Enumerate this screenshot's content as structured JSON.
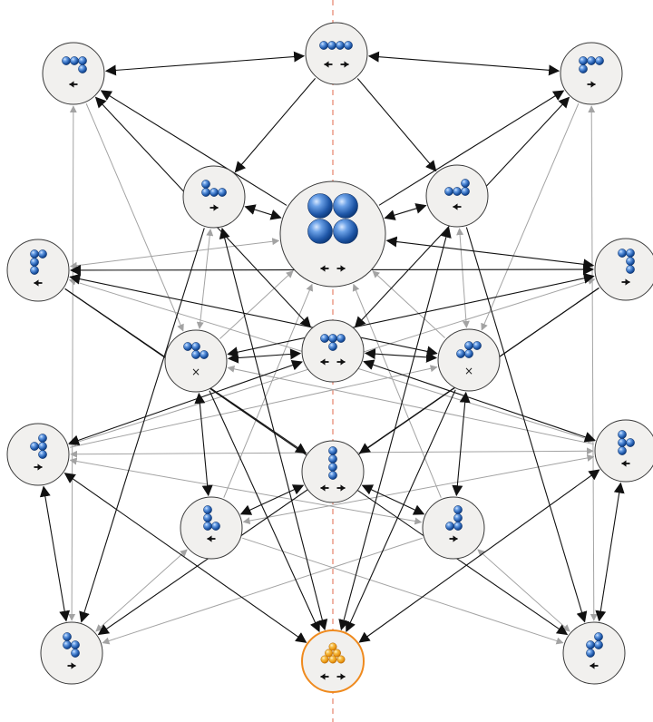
{
  "colors": {
    "black_edge": "#111111",
    "gray_edge": "#a3a3a3",
    "node_fill": "#f1f0ee",
    "node_stroke": "#3a3a3a",
    "highlight_stroke": "#ef8a1e",
    "sphere_blue": "#2f6cc0",
    "sphere_orange": "#f2a31b",
    "axis_line": "#e06a4e"
  },
  "symmetry_axis": {
    "style": "dashed"
  },
  "nodes": [
    {
      "id": "top-center",
      "shape": "four spheres in a row",
      "direction": "both"
    },
    {
      "id": "top-left",
      "shape": "L-tetromino horizontal, tail down-right",
      "direction": "left"
    },
    {
      "id": "top-right",
      "shape": "L-tetromino horizontal, tail down-left",
      "direction": "right"
    },
    {
      "id": "upper-left",
      "shape": "L-tetromino, tail up-left",
      "direction": "right"
    },
    {
      "id": "upper-right",
      "shape": "L-tetromino, tail up-right",
      "direction": "left"
    },
    {
      "id": "center",
      "shape": "square of four large spheres",
      "direction": "both"
    },
    {
      "id": "mid-left",
      "shape": "L-tetromino vertical, foot left",
      "direction": "left"
    },
    {
      "id": "mid-right",
      "shape": "L-tetromino vertical, foot right",
      "direction": "right"
    },
    {
      "id": "x-left",
      "shape": "Z-tetromino",
      "direction": "none"
    },
    {
      "id": "t-center",
      "shape": "T-tetromino",
      "direction": "both"
    },
    {
      "id": "x-right",
      "shape": "S-tetromino",
      "direction": "none"
    },
    {
      "id": "lower-left",
      "shape": "L-tetromino vertical, foot right",
      "direction": "right"
    },
    {
      "id": "i-center",
      "shape": "four spheres in a column",
      "direction": "both"
    },
    {
      "id": "lower-right",
      "shape": "L-tetromino vertical, foot left",
      "direction": "left"
    },
    {
      "id": "low-left",
      "shape": "L-tetromino, foot left",
      "direction": "left"
    },
    {
      "id": "low-right",
      "shape": "L-tetromino, foot right",
      "direction": "right"
    },
    {
      "id": "bottom-left",
      "shape": "Z-tetromino vertical",
      "direction": "right"
    },
    {
      "id": "bottom-center",
      "shape": "pyramid of spheres (highlighted)",
      "direction": "both",
      "highlight": true
    },
    {
      "id": "bottom-right",
      "shape": "S-tetromino vertical",
      "direction": "left"
    }
  ],
  "edges": [
    {
      "from": "top-center",
      "to": "top-left",
      "color": "black",
      "style": "both"
    },
    {
      "from": "top-center",
      "to": "top-right",
      "color": "black",
      "style": "both"
    },
    {
      "from": "top-center",
      "to": "upper-left",
      "color": "black",
      "style": "to"
    },
    {
      "from": "top-center",
      "to": "upper-right",
      "color": "black",
      "style": "to"
    },
    {
      "from": "top-left",
      "to": "center",
      "color": "black",
      "style": "from"
    },
    {
      "from": "top-right",
      "to": "center",
      "color": "black",
      "style": "from"
    },
    {
      "from": "upper-left",
      "to": "center",
      "color": "black",
      "style": "both"
    },
    {
      "from": "upper-right",
      "to": "center",
      "color": "black",
      "style": "both"
    },
    {
      "from": "center",
      "to": "mid-left",
      "color": "gray",
      "style": "both"
    },
    {
      "from": "center",
      "to": "mid-right",
      "color": "black",
      "style": "both"
    },
    {
      "from": "top-left",
      "to": "t-center",
      "color": "black",
      "style": "both"
    },
    {
      "from": "top-right",
      "to": "t-center",
      "color": "black",
      "style": "both"
    },
    {
      "from": "mid-left",
      "to": "x-right",
      "color": "black",
      "style": "both"
    },
    {
      "from": "mid-right",
      "to": "x-left",
      "color": "black",
      "style": "both"
    },
    {
      "from": "mid-left",
      "to": "mid-right",
      "color": "black",
      "style": "both"
    },
    {
      "from": "x-left",
      "to": "t-center",
      "color": "black",
      "style": "both"
    },
    {
      "from": "t-center",
      "to": "x-right",
      "color": "black",
      "style": "both"
    },
    {
      "from": "x-left",
      "to": "low-left",
      "color": "black",
      "style": "both"
    },
    {
      "from": "x-right",
      "to": "low-right",
      "color": "black",
      "style": "both"
    },
    {
      "from": "t-center",
      "to": "lower-left",
      "color": "black",
      "style": "both"
    },
    {
      "from": "t-center",
      "to": "lower-right",
      "color": "black",
      "style": "both"
    },
    {
      "from": "i-center",
      "to": "low-left",
      "color": "black",
      "style": "both"
    },
    {
      "from": "i-center",
      "to": "low-right",
      "color": "black",
      "style": "both"
    },
    {
      "from": "lower-left",
      "to": "bottom-left",
      "color": "black",
      "style": "both"
    },
    {
      "from": "lower-right",
      "to": "bottom-right",
      "color": "black",
      "style": "both"
    },
    {
      "from": "lower-left",
      "to": "bottom-center",
      "color": "black",
      "style": "both"
    },
    {
      "from": "lower-right",
      "to": "bottom-center",
      "color": "black",
      "style": "both"
    },
    {
      "from": "upper-left",
      "to": "bottom-center",
      "color": "black",
      "style": "both"
    },
    {
      "from": "upper-right",
      "to": "bottom-center",
      "color": "black",
      "style": "both"
    },
    {
      "from": "x-left",
      "to": "bottom-center",
      "color": "black",
      "style": "to"
    },
    {
      "from": "x-right",
      "to": "bottom-center",
      "color": "black",
      "style": "to"
    },
    {
      "from": "upper-left",
      "to": "bottom-left",
      "color": "black",
      "style": "to"
    },
    {
      "from": "upper-right",
      "to": "bottom-right",
      "color": "black",
      "style": "to"
    },
    {
      "from": "mid-left",
      "to": "i-center",
      "color": "black",
      "style": "to"
    },
    {
      "from": "mid-right",
      "to": "i-center",
      "color": "black",
      "style": "to"
    },
    {
      "from": "mid-left",
      "to": "lower-right",
      "color": "gray",
      "style": "both"
    },
    {
      "from": "mid-right",
      "to": "lower-left",
      "color": "gray",
      "style": "both"
    },
    {
      "from": "lower-left",
      "to": "lower-right",
      "color": "gray",
      "style": "both"
    },
    {
      "from": "top-left",
      "to": "bottom-left",
      "color": "gray",
      "style": "both"
    },
    {
      "from": "top-right",
      "to": "bottom-right",
      "color": "gray",
      "style": "both"
    },
    {
      "from": "top-left",
      "to": "x-left",
      "color": "gray",
      "style": "to"
    },
    {
      "from": "top-right",
      "to": "x-right",
      "color": "gray",
      "style": "to"
    },
    {
      "from": "upper-left",
      "to": "x-left",
      "color": "gray",
      "style": "both"
    },
    {
      "from": "upper-right",
      "to": "x-right",
      "color": "gray",
      "style": "both"
    },
    {
      "from": "x-left",
      "to": "center",
      "color": "gray",
      "style": "to"
    },
    {
      "from": "x-right",
      "to": "center",
      "color": "gray",
      "style": "to"
    },
    {
      "from": "low-left",
      "to": "center",
      "color": "gray",
      "style": "to"
    },
    {
      "from": "low-right",
      "to": "center",
      "color": "gray",
      "style": "to"
    },
    {
      "from": "lower-left",
      "to": "x-right",
      "color": "gray",
      "style": "to"
    },
    {
      "from": "lower-right",
      "to": "x-left",
      "color": "gray",
      "style": "to"
    },
    {
      "from": "low-left",
      "to": "bottom-left",
      "color": "gray",
      "style": "both"
    },
    {
      "from": "low-right",
      "to": "bottom-right",
      "color": "gray",
      "style": "both"
    },
    {
      "from": "low-left",
      "to": "lower-right",
      "color": "gray",
      "style": "both"
    },
    {
      "from": "low-right",
      "to": "lower-left",
      "color": "gray",
      "style": "both"
    },
    {
      "from": "low-right",
      "to": "bottom-left",
      "color": "gray",
      "style": "to"
    },
    {
      "from": "low-left",
      "to": "bottom-right",
      "color": "gray",
      "style": "to"
    },
    {
      "from": "mid-left",
      "to": "bottom-right",
      "color": "black",
      "style": "to"
    },
    {
      "from": "mid-right",
      "to": "bottom-left",
      "color": "black",
      "style": "to"
    }
  ]
}
